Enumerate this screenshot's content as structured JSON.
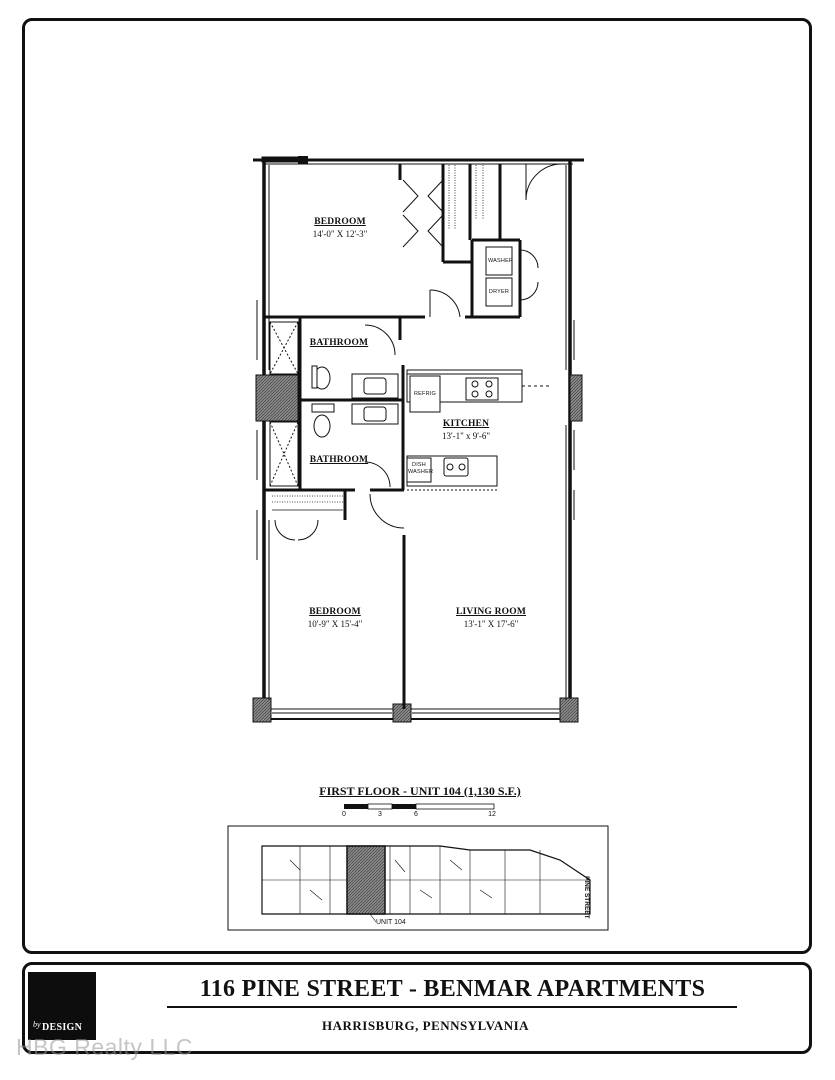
{
  "rooms": {
    "bedroom_1": {
      "name": "BEDROOM",
      "dims": "14'-0\" X 12'-3\""
    },
    "bathroom_1": {
      "name": "BATHROOM"
    },
    "kitchen": {
      "name": "KITCHEN",
      "dims": "13'-1\" x 9'-6\""
    },
    "bathroom_2": {
      "name": "BATHROOM"
    },
    "bedroom_2": {
      "name": "BEDROOM",
      "dims": "10'-9\" X 15'-4\""
    },
    "living_room": {
      "name": "LIVING ROOM",
      "dims": "13'-1\" X 17'-6\""
    }
  },
  "appliances": {
    "washer": "WASHER",
    "dryer": "DRYER",
    "refrig": "REFRIG",
    "dish": "DISH",
    "washer_dish": "WASHER"
  },
  "floor_caption": "FIRST FLOOR - UNIT 104 (1,130 S.F.)",
  "scale": [
    "0",
    "3",
    "6",
    "12"
  ],
  "keyplan": {
    "unit_label": "UNIT 104",
    "street_label": "PINE STREET"
  },
  "title_block": {
    "title": "116 PINE STREET - BENMAR APARTMENTS",
    "location": "HARRISBURG, PENNSYLVANIA",
    "logo_by": "by",
    "logo_design": "DESIGN"
  },
  "watermark": "HBG Realty LLC",
  "colors": {
    "ink": "#111111",
    "hatch": "#555555",
    "background": "#ffffff"
  }
}
